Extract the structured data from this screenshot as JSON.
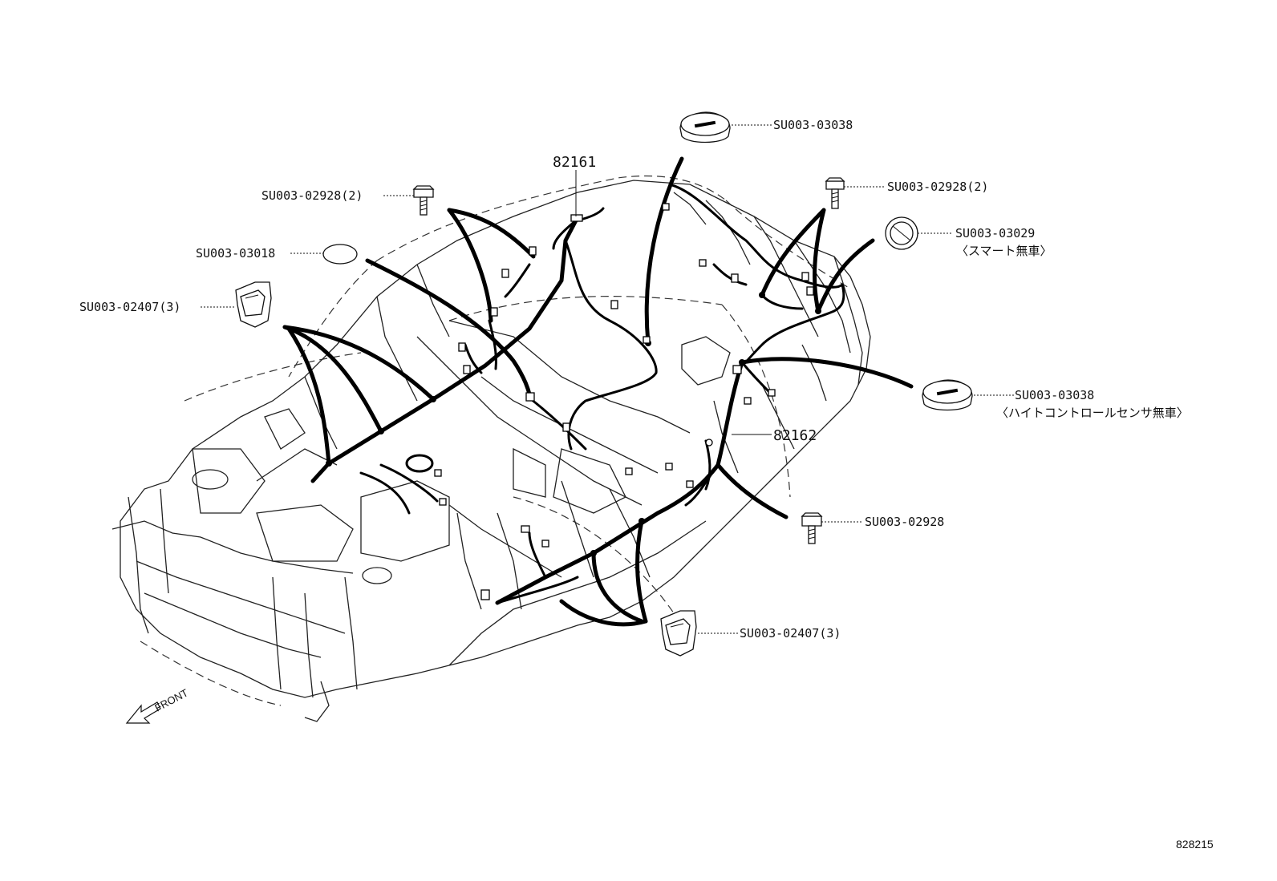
{
  "diagram": {
    "callouts": [
      {
        "id": "grommet-top",
        "text": "SU003-03038"
      },
      {
        "id": "bolt-top-left",
        "text": "SU003-02928(2)"
      },
      {
        "id": "bolt-top-right",
        "text": "SU003-02928(2)"
      },
      {
        "id": "grommet-smart",
        "text": "SU003-03029",
        "note": "〈スマート無車〉"
      },
      {
        "id": "plug-left",
        "text": "SU003-03018"
      },
      {
        "id": "clip-left",
        "text": "SU003-02407(3)"
      },
      {
        "id": "grommet-height",
        "text": "SU003-03038",
        "note": "〈ハイトコントロールセンサ無車〉"
      },
      {
        "id": "bolt-bottom",
        "text": "SU003-02928"
      },
      {
        "id": "clip-bottom",
        "text": "SU003-02407(3)"
      }
    ],
    "part_numbers": {
      "harness_front": "82161",
      "harness_rear": "82162"
    },
    "direction_label": "FRONT",
    "reference_code": "828215"
  }
}
